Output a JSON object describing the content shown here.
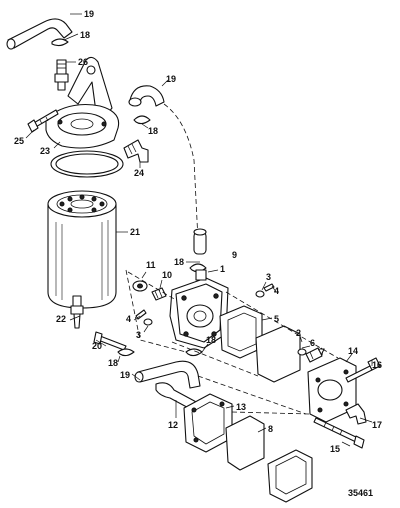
{
  "diagram": {
    "figure_number": "35461",
    "callouts": {
      "c19a": "19",
      "c18a": "18",
      "c26": "26",
      "c25": "25",
      "c23": "23",
      "c24": "24",
      "c19b": "19",
      "c18b": "18",
      "c21": "21",
      "c9": "9",
      "c18c": "18",
      "c1": "1",
      "c11": "11",
      "c10": "10",
      "c3a": "3",
      "c4a": "4",
      "c4b": "4",
      "c3b": "3",
      "c22": "22",
      "c5": "5",
      "c2": "2",
      "c6": "6",
      "c7": "7",
      "c20": "20",
      "c18d": "18",
      "c18e": "18",
      "c14": "14",
      "c16": "16",
      "c19c": "19",
      "c12": "12",
      "c13": "13",
      "c17": "17",
      "c8": "8",
      "c15": "15"
    }
  }
}
